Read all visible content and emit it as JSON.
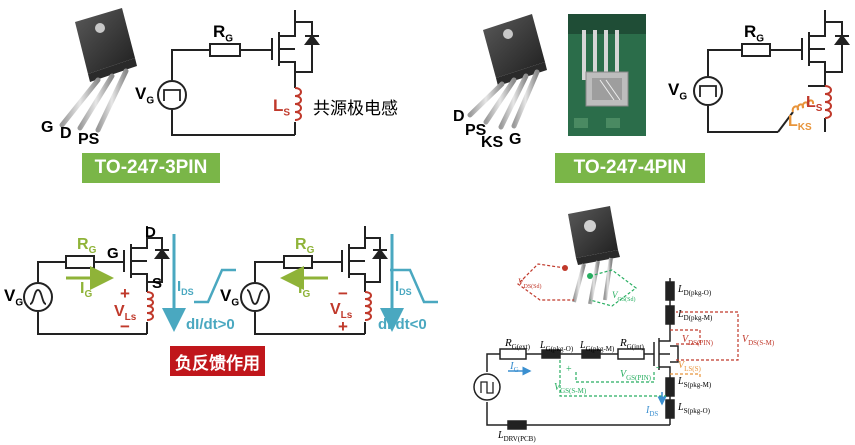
{
  "colors": {
    "green": "#7ab648",
    "red": "#c0161b",
    "ls_red": "#c0392b",
    "lks_orange": "#e8943a",
    "teal": "#4aa8c0",
    "olive": "#8fb338",
    "lime": "#8fd36b",
    "dark_red": "#c0392b"
  },
  "banners": {
    "to247_3": "TO-247-3PIN",
    "to247_4": "TO-247-4PIN",
    "feedback": "负反馈作用"
  },
  "tl": {
    "pins": {
      "g": "G",
      "d": "D",
      "s": "PS"
    },
    "vg": "V",
    "vg_sub": "G",
    "rg": "R",
    "rg_sub": "G",
    "ls": "L",
    "ls_sub": "S",
    "cn": "共源极电感"
  },
  "tr": {
    "pins": {
      "d": "D",
      "s": "PS",
      "ks": "KS",
      "g": "G"
    },
    "vg": "V",
    "vg_sub": "G",
    "rg": "R",
    "rg_sub": "G",
    "ls": "L",
    "ls_sub": "S",
    "lks": "L",
    "lks_sub": "KS"
  },
  "ml": {
    "vg": "V",
    "vg_sub": "G",
    "rg": "R",
    "rg_sub": "G",
    "ig": "I",
    "ig_sub": "G",
    "g": "G",
    "d": "D",
    "s": "S",
    "ids": "I",
    "ids_sub": "DS",
    "vls": "V",
    "vls_sub": "Ls",
    "plus": "+",
    "minus": "−",
    "didt": "dI/dt>0"
  },
  "mr": {
    "vg": "V",
    "vg_sub": "G",
    "rg": "R",
    "rg_sub": "G",
    "ig": "I",
    "ig_sub": "G",
    "ids": "I",
    "ids_sub": "DS",
    "vls": "V",
    "vls_sub": "Ls",
    "plus": "+",
    "minus": "−",
    "didt": "dI/dt<0"
  },
  "br": {
    "rg_ext": "R",
    "rg_ext_sub": "G(ext)",
    "lg_pkg_o": "L",
    "lg_pkg_o_sub": "G(pkg-O)",
    "lg_pkg_m": "L",
    "lg_pkg_m_sub": "G(pkg-M)",
    "rg_int": "R",
    "rg_int_sub": "G(int)",
    "ig": "I",
    "ig_sub": "G",
    "ld_pkg_o": "L",
    "ld_pkg_o_sub": "D(pkg-O)",
    "ld_pkg_m": "L",
    "ld_pkg_m_sub": "D(pkg-M)",
    "vds_pin": "V",
    "vds_pin_sub": "DS(PIN)",
    "vds_sm": "V",
    "vds_sm_sub": "DS(S-M)",
    "vls_s": "V",
    "vls_s_sub": "LS(S)",
    "vgs_pin": "V",
    "vgs_pin_sub": "GS(PIN)",
    "vgs_sm": "V",
    "vgs_sm_sub": "GS(S-M)",
    "ls_pkg_m": "L",
    "ls_pkg_m_sub": "S(pkg-M)",
    "ls_pkg_o": "L",
    "ls_pkg_o_sub": "S(pkg-O)",
    "ids": "I",
    "ids_sub": "DS",
    "ldrv": "L",
    "ldrv_sub": "DRV(PCB)",
    "vds_sd": "V",
    "vds_sd_sub": "DS(Sd)",
    "vgs_sd": "V",
    "vgs_sd_sub": "GS(Sd)",
    "plus": "+",
    "minus": "-"
  }
}
